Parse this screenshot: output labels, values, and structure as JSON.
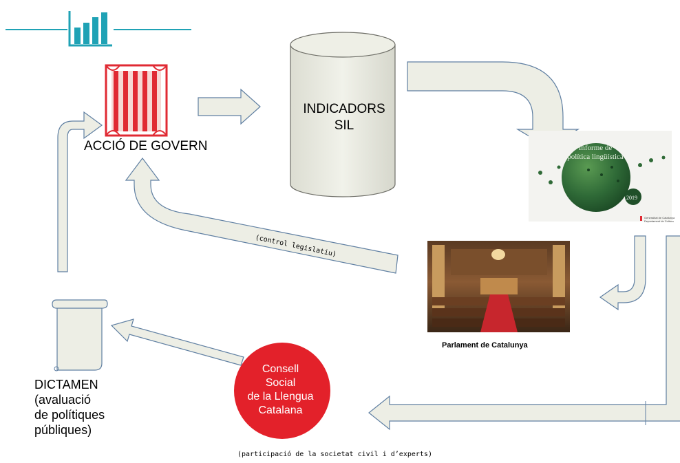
{
  "colors": {
    "arrow_fill": "#edeee5",
    "arrow_stroke": "#5f7fa2",
    "logo_accent": "#1fa2b5",
    "senyera_red": "#e02a33",
    "consell_red": "#e3212a",
    "informe_green": "#2f6a37"
  },
  "icons": [
    "bar-chart-logo-icon",
    "senyera-emblem-icon",
    "database-cylinder-icon",
    "scroll-document-icon",
    "parliament-chamber-photo"
  ],
  "government": {
    "label": "ACCIÓ DE GOVERN"
  },
  "indicators": {
    "line1": "INDICADORS",
    "line2": "SIL"
  },
  "report_cover": {
    "title_line1": "Informe de",
    "title_line2": "política lingüística",
    "year": "2019",
    "dept_line1": "Generalitat de Catalunya",
    "dept_line2": "Departament de Cultura"
  },
  "parliament": {
    "caption": "Parlament de Catalunya"
  },
  "control_label": "(control legislatiu)",
  "council": {
    "line1": "Consell",
    "line2": "Social",
    "line3": "de la Llengua",
    "line4": "Catalana"
  },
  "participation_label": "(participació de la societat civil i d’experts)",
  "report": {
    "line1": "DICTAMEN",
    "line2": "(avaluació",
    "line3": "de polítiques",
    "line4": "públiques)"
  }
}
